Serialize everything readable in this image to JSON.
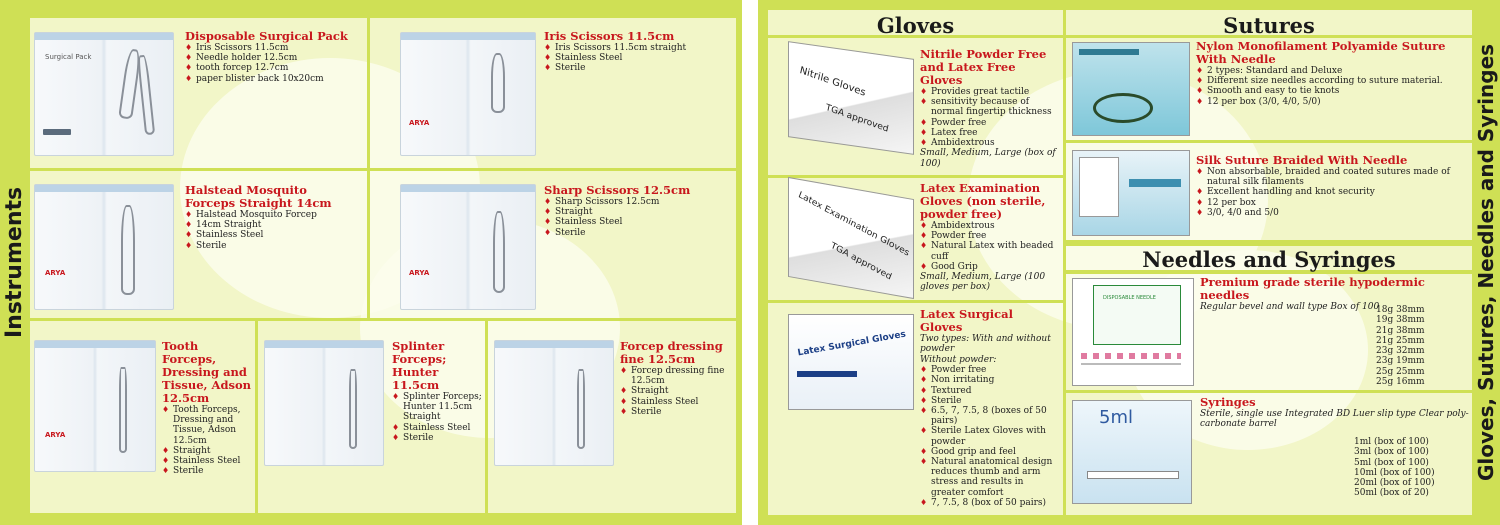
{
  "left": {
    "section_title": "Instruments",
    "products": [
      {
        "title": "Disposable Surgical Pack",
        "items": [
          "Iris Scissors 11.5cm",
          "Needle holder 12.5cm",
          "tooth forcep 12.7cm",
          "paper blister back 10x20cm"
        ],
        "pkg_text": "Surgical Pack"
      },
      {
        "title": "Iris Scissors 11.5cm",
        "items": [
          "Iris Scissors 11.5cm straight",
          "Stainless Steel",
          "Sterile"
        ]
      },
      {
        "title": "Halstead Mosquito Forceps Straight 14cm",
        "items": [
          "Halstead Mosquito Forcep",
          "14cm Straight",
          "Stainless Steel",
          "Sterile"
        ]
      },
      {
        "title": "Sharp Scissors 12.5cm",
        "items": [
          "Sharp Scissors 12.5cm",
          "Straight",
          "Stainless Steel",
          "Sterile"
        ]
      },
      {
        "title": "Tooth Forceps, Dressing and Tissue, Adson 12.5cm",
        "items": [
          "Tooth Forceps, Dressing and Tissue, Adson 12.5cm",
          "Straight",
          "Stainless Steel",
          "Sterile"
        ]
      },
      {
        "title": "Splinter Forceps; Hunter 11.5cm",
        "items": [
          "Splinter Forceps; Hunter 11.5cm Straight",
          "Stainless Steel",
          "Sterile"
        ]
      },
      {
        "title": "Forcep dressing fine 12.5cm",
        "items": [
          "Forcep dressing fine 12.5cm",
          "Straight",
          "Stainless Steel",
          "Sterile"
        ]
      }
    ],
    "brand": "ARYA"
  },
  "right": {
    "side_title": "Gloves, Sutures, Needles and Syringes",
    "gloves_heading": "Gloves",
    "sutures_heading": "Sutures",
    "needles_heading": "Needles and Syringes",
    "gloves": [
      {
        "title": "Nitrile Powder Free and Latex Free Gloves",
        "items": [
          "Provides great tactile",
          "sensitivity because of normal fingertip thickness",
          "Powder free",
          "Latex free",
          "Ambidextrous"
        ],
        "note": "Small, Medium, Large (box of 100)",
        "box_text": "Nitrile Gloves",
        "box_sub": "TGA approved"
      },
      {
        "title": "Latex Examination Gloves (non sterile, powder free)",
        "items": [
          "Ambidextrous",
          "Powder free",
          "Natural Latex with beaded cuff",
          "Good Grip"
        ],
        "note": "Small, Medium, Large (100 gloves per box)",
        "box_text": "Latex Examination Gloves",
        "box_sub": "TGA approved"
      },
      {
        "title": "Latex Surgical Gloves",
        "intro": "Two types: With and without powder",
        "intro2": "Without powder:",
        "items": [
          "Powder free",
          "Non irritating",
          "Textured",
          "Sterile",
          "6.5, 7, 7.5, 8 (boxes of 50 pairs)",
          "Sterile Latex Gloves with powder",
          "Good grip and feel",
          "Natural anatomical design reduces thumb and arm stress and results in greater comfort",
          "7, 7.5, 8 (box of 50 pairs)"
        ],
        "box_text": "Latex Surgical Gloves"
      }
    ],
    "sutures": [
      {
        "title": "Nylon Monofilament Polyamide Suture With Needle",
        "items": [
          "2 types: Standard and Deluxe",
          "Different size needles according to suture material.",
          "Smooth and easy to tie knots",
          "12 per box (3/0, 4/0, 5/0)"
        ]
      },
      {
        "title": "Silk Suture Braided With Needle",
        "items": [
          "Non absorbable, braided and coated sutures made of natural silk filaments",
          "Excellent handling and knot security",
          "12 per box",
          "3/0, 4/0 and 5/0"
        ]
      }
    ],
    "needles": {
      "title": "Premium grade sterile hypodermic needles",
      "subtitle": "Regular bevel and wall type Box of 100",
      "sizes": [
        "18g 38mm",
        "19g 38mm",
        "21g 38mm",
        "21g 25mm",
        "23g 32mm",
        "23g 19mm",
        "25g 25mm",
        "25g 16mm"
      ],
      "box_text": "DISPOSABLE NEEDLE"
    },
    "syringes": {
      "title": "Syringes",
      "subtitle": "Sterile, single use Integrated BD Luer slip type Clear poly-carbonate barrel",
      "sizes": [
        "1ml (box of 100)",
        "3ml (box of 100)",
        "5ml (box of 100)",
        "10ml (box of 100)",
        "20ml (box of 100)",
        "50ml (box of 20)"
      ],
      "box_text": "5ml"
    }
  },
  "colors": {
    "frame": "#cfe055",
    "panel": "#f2f6c8",
    "title_red": "#c8171d",
    "bullet": "#c8171d"
  }
}
